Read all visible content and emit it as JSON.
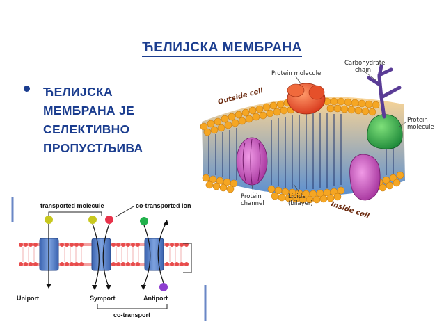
{
  "slide": {
    "title": "ЋЕЛИЈСКА МЕМБРАНА",
    "bullet_lines": [
      "ЋЕЛИЈСКА",
      "МЕМБРАНА ЈЕ",
      "СЕЛЕКТИВНО",
      "ПРОПУСТЉИВА"
    ]
  },
  "membrane_diagram": {
    "protein_molecule_top": "Protein molecule",
    "carbohydrate_line1": "Carbohydrate",
    "carbohydrate_line2": "chain",
    "outside_cell": "Outside cell",
    "protein_right_line1": "Protein",
    "protein_right_line2": "molecule",
    "protein_channel_line1": "Protein",
    "protein_channel_line2": "channel",
    "lipids_line1": "Lipids",
    "lipids_line2": "(bilayer)",
    "inside_cell": "Inside cell"
  },
  "transport_diagram": {
    "transported_molecule": "transported molecule",
    "co_transported_ion": "co-transported ion",
    "uniport": "Uniport",
    "symport": "Symport",
    "antiport": "Antiport",
    "co_transport": "co-transport"
  },
  "colors": {
    "title_blue": "#1b3d8f",
    "lipid_head_orange": "#f5a623",
    "protein_orange": "#e8522a",
    "protein_magenta": "#c24bb5",
    "protein_green": "#2fa84f",
    "carbohydrate_purple": "#5a3c96",
    "transporter_blue": "#4f7dc9",
    "molecule_yellow": "#c8c81e",
    "ion_red": "#e8324a",
    "ion_green": "#22b14c",
    "ion_purple": "#8e3fd0"
  }
}
